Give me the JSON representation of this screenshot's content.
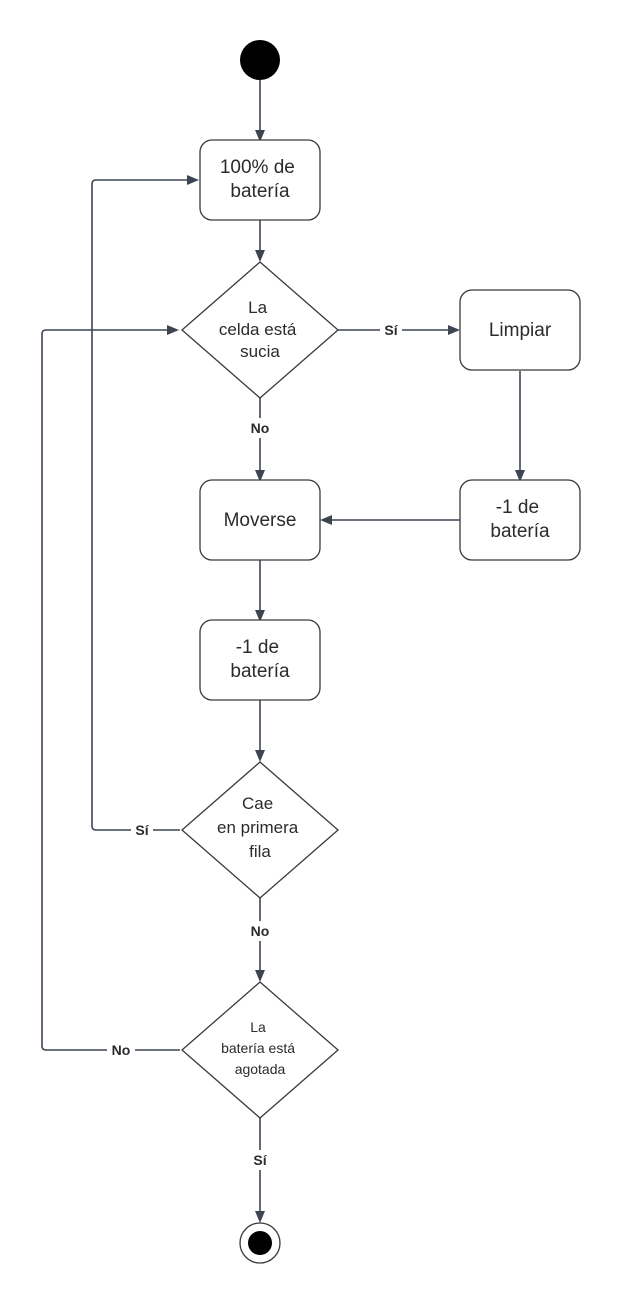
{
  "nodes": {
    "battery_full": [
      "100% de",
      "batería"
    ],
    "cell_dirty": [
      "La",
      "celda está",
      "sucia"
    ],
    "clean": [
      "Limpiar"
    ],
    "battery_minus_clean": [
      "-1 de",
      "batería"
    ],
    "move": [
      "Moverse"
    ],
    "battery_minus_move": [
      "-1 de",
      "batería"
    ],
    "first_row": [
      "Cae",
      "en primera",
      "fila"
    ],
    "battery_empty": [
      "La",
      "batería está",
      "agotada"
    ]
  },
  "edge_labels": {
    "dirty_yes": "Sí",
    "dirty_no": "No",
    "first_row_yes": "Sí",
    "first_row_no": "No",
    "empty_no": "No",
    "empty_yes": "Sí"
  },
  "colors": {
    "line": "#3d4553",
    "shape_border": "#3a3a3a",
    "fill": "#ffffff",
    "dot": "#000000"
  }
}
